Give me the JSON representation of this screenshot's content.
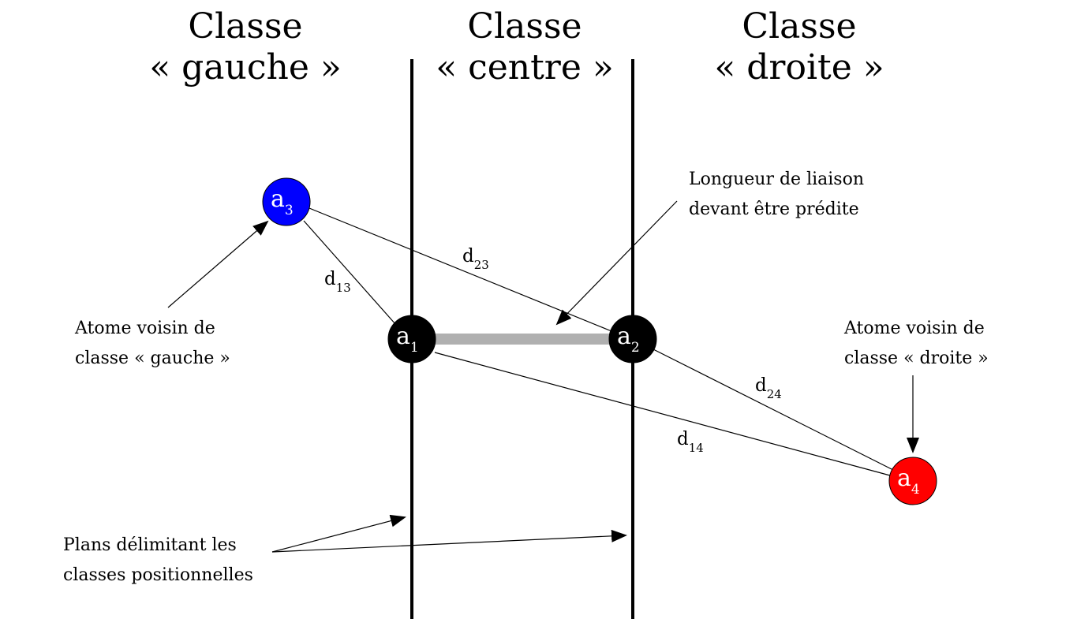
{
  "headers": {
    "left": {
      "line1": "Classe",
      "line2": "« gauche »"
    },
    "center": {
      "line1": "Classe",
      "line2": "« centre »"
    },
    "right": {
      "line1": "Classe",
      "line2": "« droite »"
    }
  },
  "atoms": {
    "a1": {
      "letter": "a",
      "index": "1",
      "color": "#000000"
    },
    "a2": {
      "letter": "a",
      "index": "2",
      "color": "#000000"
    },
    "a3": {
      "letter": "a",
      "index": "3",
      "color": "#0000ff"
    },
    "a4": {
      "letter": "a",
      "index": "4",
      "color": "#ff0000"
    }
  },
  "distances": {
    "d13": {
      "letter": "d",
      "index": "13"
    },
    "d23": {
      "letter": "d",
      "index": "23"
    },
    "d24": {
      "letter": "d",
      "index": "24"
    },
    "d14": {
      "letter": "d",
      "index": "14"
    }
  },
  "annotations": {
    "bond_length": {
      "line1": "Longueur de liaison",
      "line2": "devant être prédite"
    },
    "left_neighbor": {
      "line1": "Atome voisin de",
      "line2": "classe « gauche »"
    },
    "right_neighbor": {
      "line1": "Atome voisin de",
      "line2": "classe « droite »"
    },
    "planes": {
      "line1": "Plans délimitant les",
      "line2": "classes positionnelles"
    }
  },
  "colors": {
    "bond": "#b0b0b0",
    "line": "#000000"
  }
}
